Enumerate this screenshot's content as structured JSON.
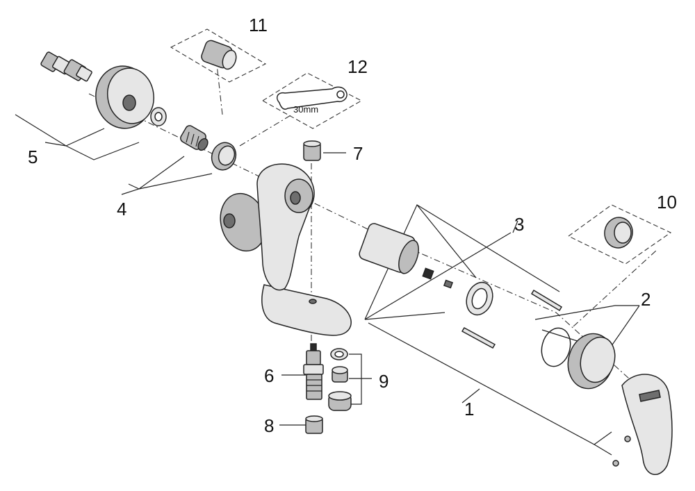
{
  "callouts": {
    "c1": "1",
    "c2": "2",
    "c3": "3",
    "c4": "4",
    "c5": "5",
    "c6": "6",
    "c7": "7",
    "c8": "8",
    "c9": "9",
    "c10": "10",
    "c11": "11",
    "c12": "12"
  },
  "wrench_label": "30mm"
}
